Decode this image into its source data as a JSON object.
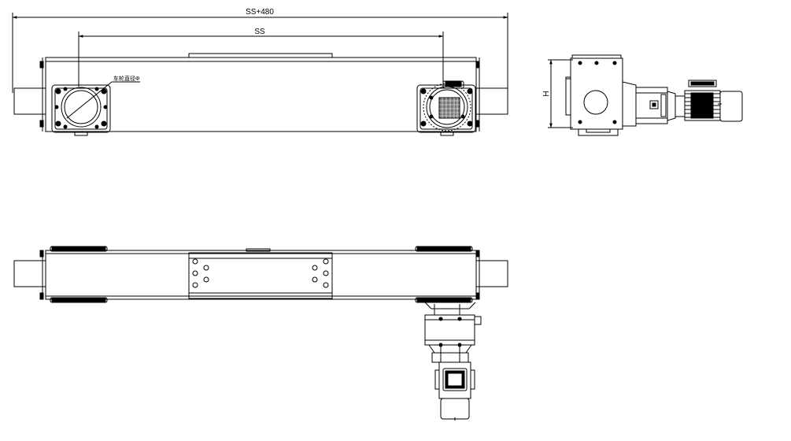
{
  "dimensions": {
    "overall_span": "SS+480",
    "span": "SS",
    "height": "H"
  },
  "annotation": "车轮直径Φ",
  "colors": {
    "line": "#000000",
    "background": "#ffffff"
  }
}
